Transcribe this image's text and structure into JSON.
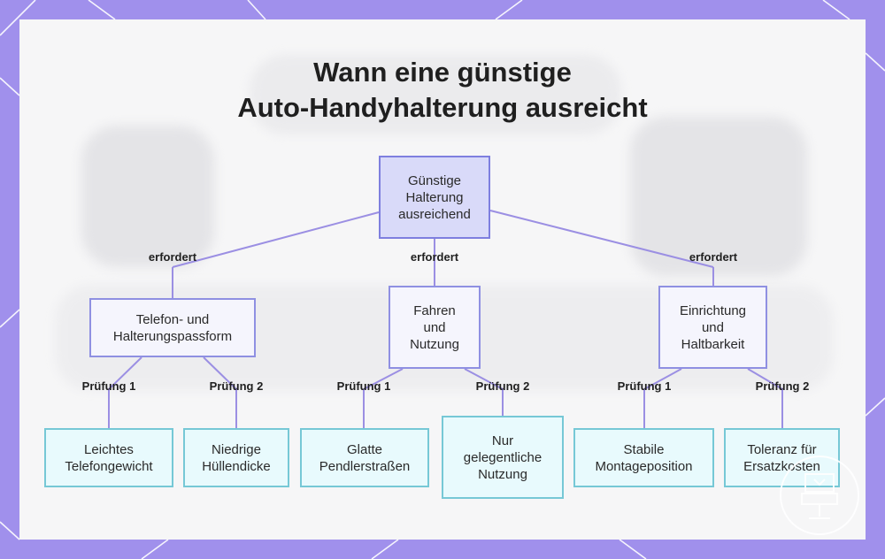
{
  "title": {
    "line1": "Wann eine günstige",
    "line2": "Auto-Handyhalterung ausreicht"
  },
  "nodes": {
    "root": "Günstige\nHalterung\nausreichend",
    "fit": "Telefon- und\nHalterungspassform",
    "usage": "Fahren\nund\nNutzung",
    "setup": "Einrichtung\nund\nHaltbarkeit",
    "light_phone": "Leichtes\nTelefongewicht",
    "thin_case": "Niedrige\nHüllendicke",
    "smooth_roads": "Glatte\nPendlerstraßen",
    "occasional_use": "Nur\ngelegentliche\nNutzung",
    "stable_mount": "Stabile\nMontageposition",
    "replacement_cost": "Toleranz für\nErsatzkosten"
  },
  "edge_labels": {
    "requires_left": "erfordert",
    "requires_center": "erfordert",
    "requires_right": "erfordert",
    "fit_check1": "Prüfung 1",
    "fit_check2": "Prüfung 2",
    "usage_check1": "Prüfung 1",
    "usage_check2": "Prüfung 2",
    "setup_check1": "Prüfung 1",
    "setup_check2": "Prüfung 2"
  },
  "colors": {
    "frame": "#a090ec",
    "connector": "#9b8fe3",
    "root_fill": "#d9daf9",
    "mid_fill": "#f5f5fd",
    "leaf_fill": "#e8fafd",
    "leaf_border": "#76c8d6"
  },
  "icons": {
    "watermark": "seat-logo-icon"
  }
}
